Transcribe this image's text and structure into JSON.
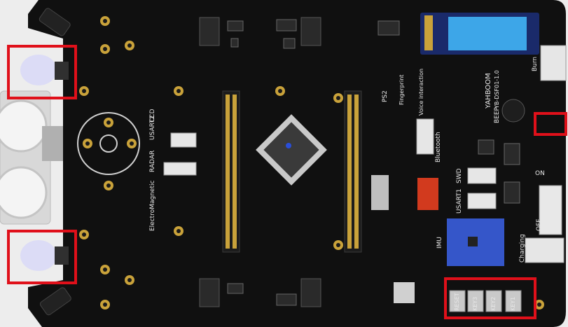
{
  "board": {
    "brand": "YAHBOOM",
    "model": "YB-DSF01-1.0",
    "labels": {
      "burn": "Burn",
      "beep": "BEEP",
      "on": "ON",
      "off": "OFF",
      "imu": "IMU",
      "charging": "Charging",
      "swd": "SWD",
      "usart1": "USART1",
      "bluetooth": "Bluetooth",
      "fingerprint": "Fingerprint",
      "voice": "Voice interaction",
      "ps2": "PS2",
      "electromagnetic": "ElectroMagnetic",
      "radar": "RADAR",
      "usart2": "USART2",
      "ccd": "CCD"
    },
    "keys": [
      "RESET",
      "KEY3",
      "KEY2",
      "KEY1"
    ]
  },
  "highlights": {
    "color": "#e0101a"
  }
}
